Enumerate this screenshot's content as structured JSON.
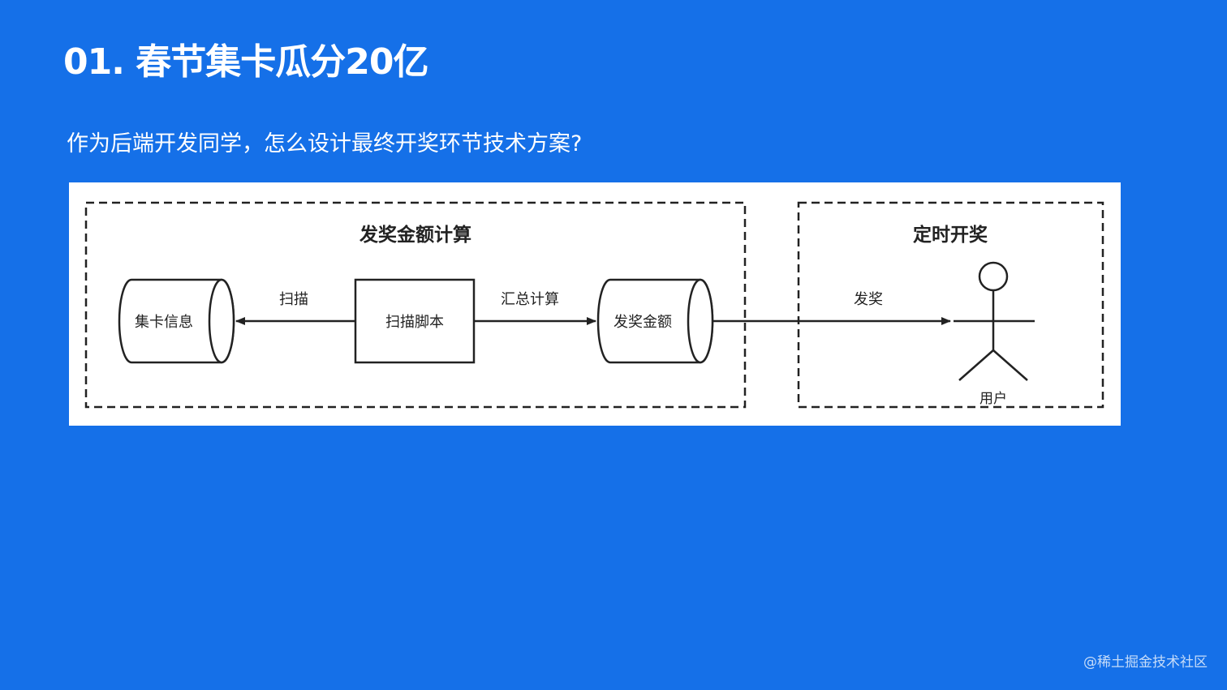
{
  "slide": {
    "title": "01. 春节集卡瓜分20亿",
    "question": "作为后端开发同学，怎么设计最终开奖环节技术方案?",
    "watermark": "@稀土掘金技术社区"
  },
  "diagram": {
    "groups": {
      "calc": {
        "title": "发奖金额计算"
      },
      "draw": {
        "title": "定时开奖"
      }
    },
    "nodes": {
      "card_info": {
        "label": "集卡信息",
        "shape": "cylinder"
      },
      "scan_script": {
        "label": "扫描脚本",
        "shape": "rectangle"
      },
      "award_amount": {
        "label": "发奖金额",
        "shape": "cylinder"
      },
      "user": {
        "label": "用户",
        "shape": "actor"
      }
    },
    "edges": {
      "scan": {
        "label": "扫描",
        "from": "scan_script",
        "to": "card_info"
      },
      "aggregate": {
        "label": "汇总计算",
        "from": "scan_script",
        "to": "award_amount"
      },
      "award": {
        "label": "发奖",
        "from": "award_amount",
        "to": "user"
      }
    }
  },
  "colors": {
    "background": "#1570e8",
    "panel": "#ffffff",
    "stroke": "#222222",
    "text": "#ffffff"
  }
}
